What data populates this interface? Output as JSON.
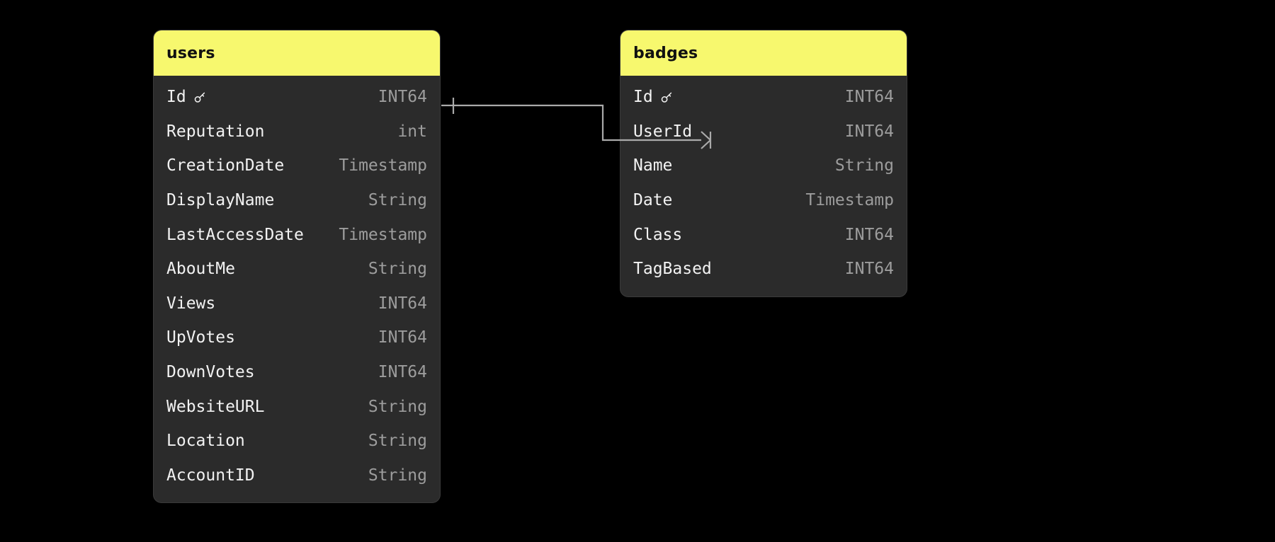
{
  "diagram": {
    "type": "entity-relationship-diagram",
    "background_color": "#000000",
    "header_color": "#F7F86E",
    "body_color": "#2B2B2B",
    "column_name_color": "#F2F2F2",
    "column_type_color": "#9D9D9D",
    "connector_color": "#AAAAAA"
  },
  "tables": [
    {
      "name": "users",
      "columns": [
        {
          "name": "Id",
          "type": "INT64",
          "key": true,
          "key_icon": "key-icon"
        },
        {
          "name": "Reputation",
          "type": "int",
          "key": false
        },
        {
          "name": "CreationDate",
          "type": "Timestamp",
          "key": false
        },
        {
          "name": "DisplayName",
          "type": "String",
          "key": false
        },
        {
          "name": "LastAccessDate",
          "type": "Timestamp",
          "key": false
        },
        {
          "name": "AboutMe",
          "type": "String",
          "key": false
        },
        {
          "name": "Views",
          "type": "INT64",
          "key": false
        },
        {
          "name": "UpVotes",
          "type": "INT64",
          "key": false
        },
        {
          "name": "DownVotes",
          "type": "INT64",
          "key": false
        },
        {
          "name": "WebsiteURL",
          "type": "String",
          "key": false
        },
        {
          "name": "Location",
          "type": "String",
          "key": false
        },
        {
          "name": "AccountID",
          "type": "String",
          "key": false
        }
      ]
    },
    {
      "name": "badges",
      "columns": [
        {
          "name": "Id",
          "type": "INT64",
          "key": true,
          "key_icon": "key-icon"
        },
        {
          "name": "UserId",
          "type": "INT64",
          "key": false
        },
        {
          "name": "Name",
          "type": "String",
          "key": false
        },
        {
          "name": "Date",
          "type": "Timestamp",
          "key": false
        },
        {
          "name": "Class",
          "type": "INT64",
          "key": false
        },
        {
          "name": "TagBased",
          "type": "INT64",
          "key": false
        }
      ]
    }
  ],
  "relationships": [
    {
      "from_table": "users",
      "from_column": "Id",
      "to_table": "badges",
      "to_column": "UserId",
      "from_cardinality": "one",
      "to_cardinality": "many",
      "notation": "crows-foot"
    }
  ]
}
